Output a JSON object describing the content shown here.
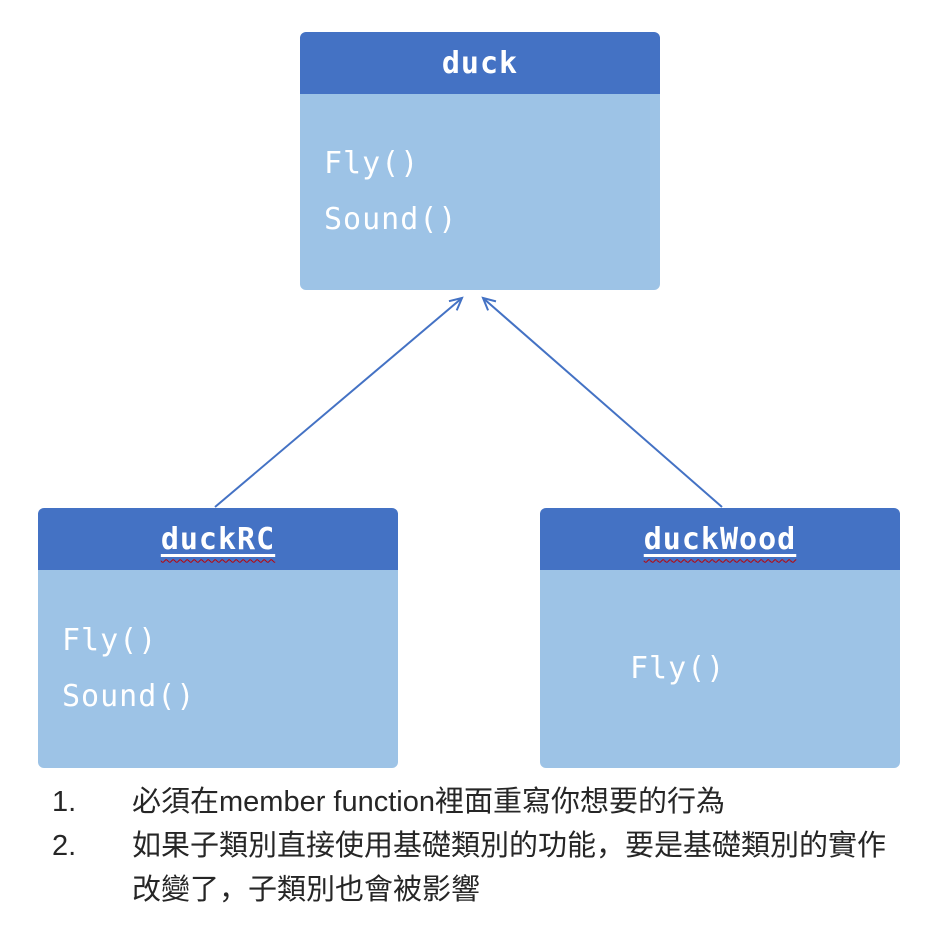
{
  "diagram": {
    "nodes": {
      "duck": {
        "title": "duck",
        "members": [
          "Fly()",
          "Sound()"
        ]
      },
      "duckrc": {
        "title": "duckRC",
        "members": [
          "Fly()",
          "Sound()"
        ]
      },
      "duckwood": {
        "title": "duckWood",
        "members": [
          "Fly()"
        ]
      }
    },
    "colors": {
      "header_blue": "#4472C4",
      "body_blue": "#9DC3E6",
      "arrow_blue": "#4472C4",
      "title_text": "#FFFFFF",
      "member_text": "#FFFFFF",
      "spellcheck_underline": "#C00000"
    },
    "relations": [
      {
        "from": "duckRC",
        "to": "duck",
        "type": "inheritance-arrow"
      },
      {
        "from": "duckWood",
        "to": "duck",
        "type": "inheritance-arrow"
      }
    ]
  },
  "notes": {
    "items": [
      {
        "number": "1.",
        "text": "必須在member function裡面重寫你想要的行為"
      },
      {
        "number": "2.",
        "text": "如果子類別直接使用基礎類別的功能，要是基礎類別的實作改變了，子類別也會被影響"
      }
    ],
    "text_color": "#262626"
  }
}
